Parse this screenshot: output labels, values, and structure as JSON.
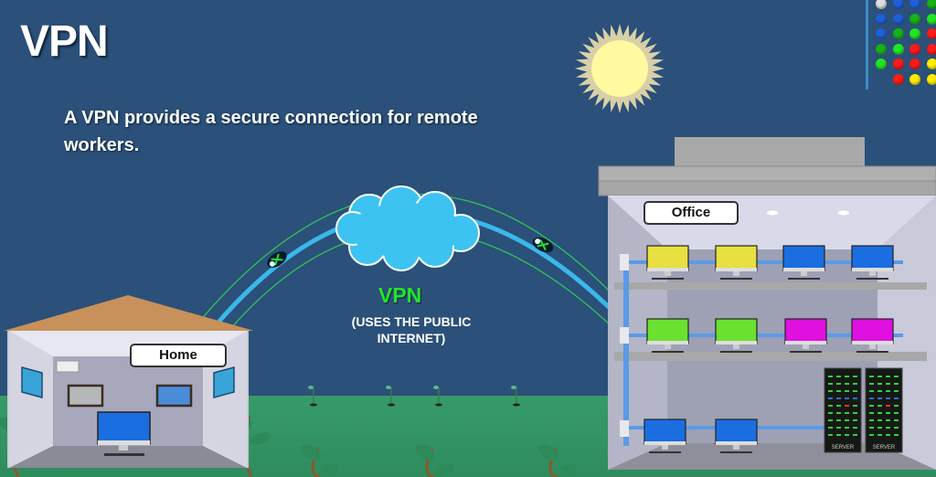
{
  "slide": {
    "title": "VPN",
    "subtitle": "A VPN provides a secure connection for remote workers."
  },
  "tunnel": {
    "label": "VPN",
    "sublabel_line1": "(USES THE PUBLIC",
    "sublabel_line2": "INTERNET)"
  },
  "home": {
    "sign": "Home"
  },
  "office": {
    "sign": "Office",
    "server_label": "SERVER"
  },
  "colors": {
    "sky": "#2b5079",
    "ground": "#379a6a",
    "tunnel_core": "#3ab8ea",
    "tunnel_edge": "#2fc45a",
    "vpn_label": "#22e62a",
    "cloud": "#3cc3f2"
  },
  "icons": {
    "sun": "sun-icon",
    "cloud": "cloud-icon",
    "packet": "encrypted-packet-icon"
  },
  "dot_grid": [
    [
      "#dddddd",
      "#1f5fd6",
      "#1f5fd6",
      "#18b218"
    ],
    [
      "#1f5fd6",
      "#1f5fd6",
      "#18b218",
      "#22e622"
    ],
    [
      "#1f5fd6",
      "#18b218",
      "#22e622",
      "#ff1a1a"
    ],
    [
      "#18b218",
      "#22e622",
      "#ff1a1a",
      "#ff1a1a"
    ],
    [
      "#22e622",
      "#ff1a1a",
      "#ff1a1a",
      "#ffee00"
    ],
    [
      "",
      "#ff1a1a",
      "#ffee00",
      "#ffee00"
    ]
  ],
  "office_monitors": {
    "floor1": [
      "#e8e040",
      "#e8e040",
      "#1a6ee0",
      "#1a6ee0"
    ],
    "floor2": [
      "#6ae030",
      "#6ae030",
      "#e010e0",
      "#e010e0"
    ],
    "floor3": [
      "#1a6ee0",
      "#1a6ee0"
    ]
  }
}
